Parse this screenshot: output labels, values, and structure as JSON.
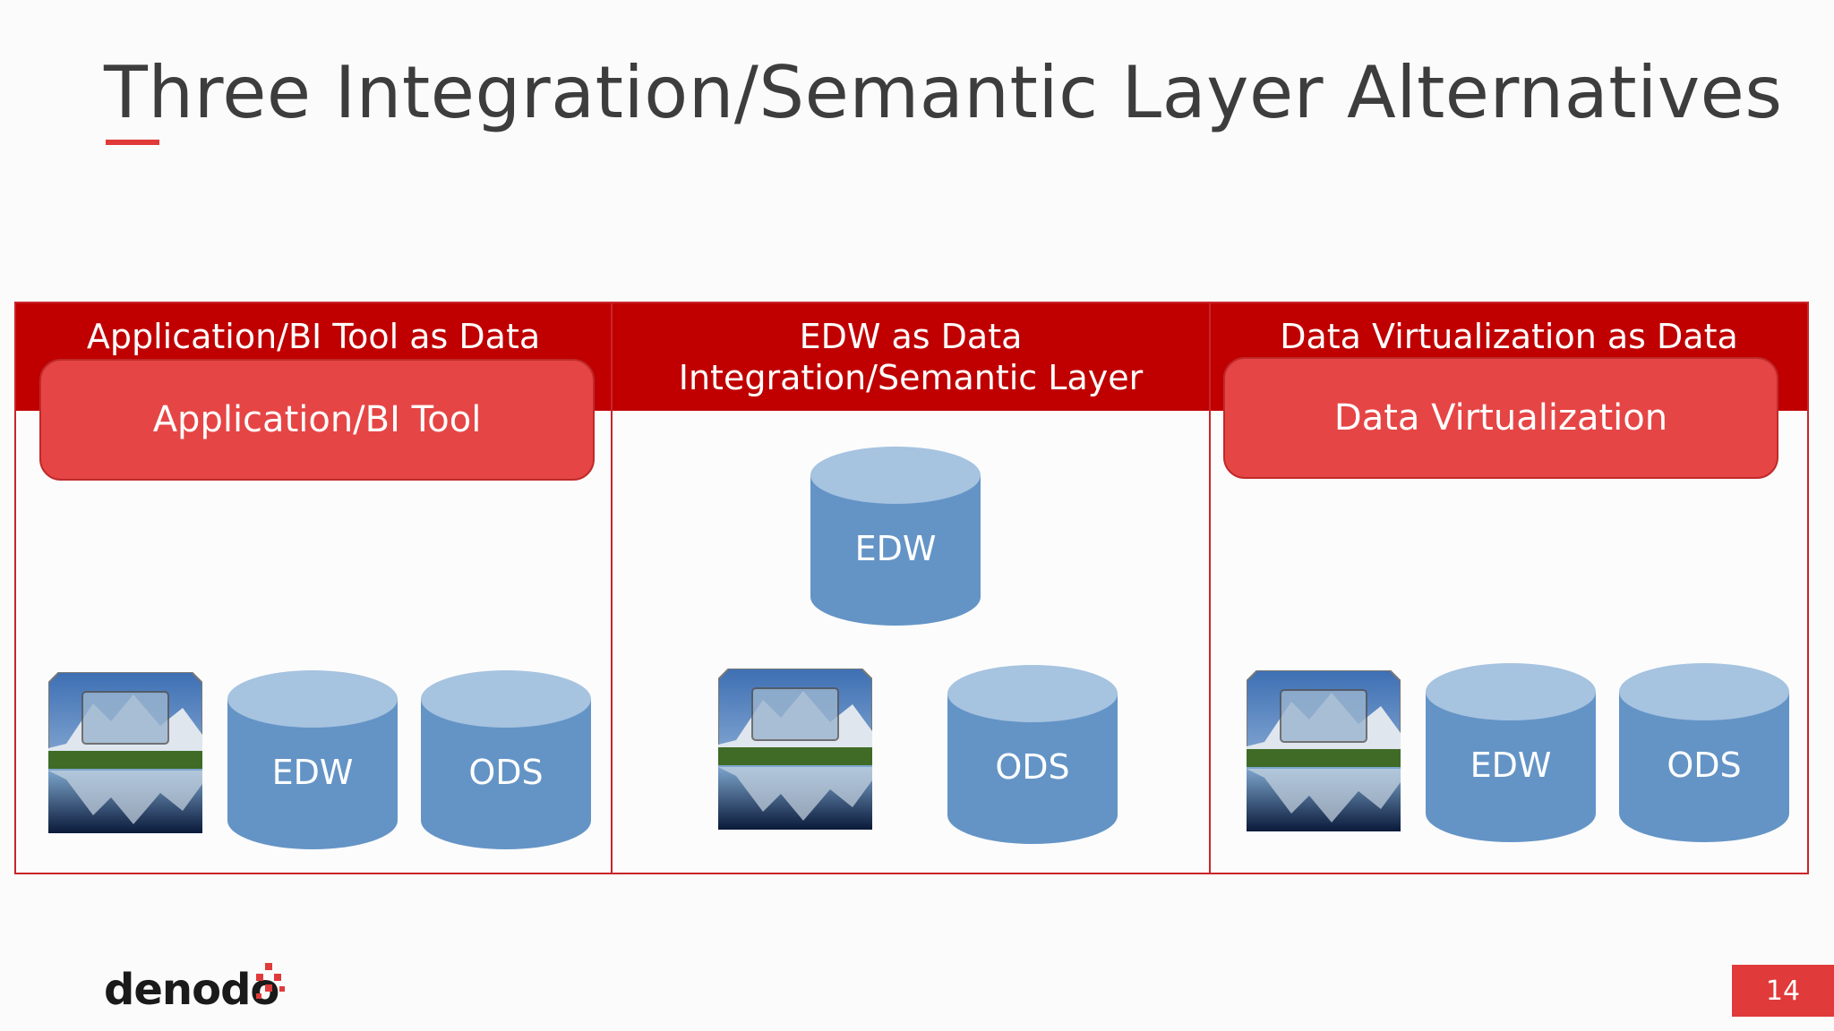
{
  "slide": {
    "title": "Three Integration/Semantic Layer Alternatives",
    "page_number": "14",
    "logo_text": "denodo"
  },
  "columns": [
    {
      "header": "Application/BI Tool as Data\nIntegration/Semantic Layer",
      "layer_box": "Application/BI Tool",
      "sources": [
        "image-source-icon",
        "EDW",
        "ODS"
      ]
    },
    {
      "header": "EDW as Data\nIntegration/Semantic Layer",
      "layer_cylinder": "EDW",
      "sources": [
        "image-source-icon",
        "ODS"
      ]
    },
    {
      "header": "Data Virtualization as Data\nIntegration/Semantic Layer",
      "layer_box": "Data Virtualization",
      "sources": [
        "image-source-icon",
        "EDW",
        "ODS"
      ]
    }
  ],
  "colors": {
    "header_red": "#c00000",
    "box_red": "#e64545",
    "cylinder_blue": "#6494c6",
    "cylinder_top": "#a6c3e0"
  }
}
